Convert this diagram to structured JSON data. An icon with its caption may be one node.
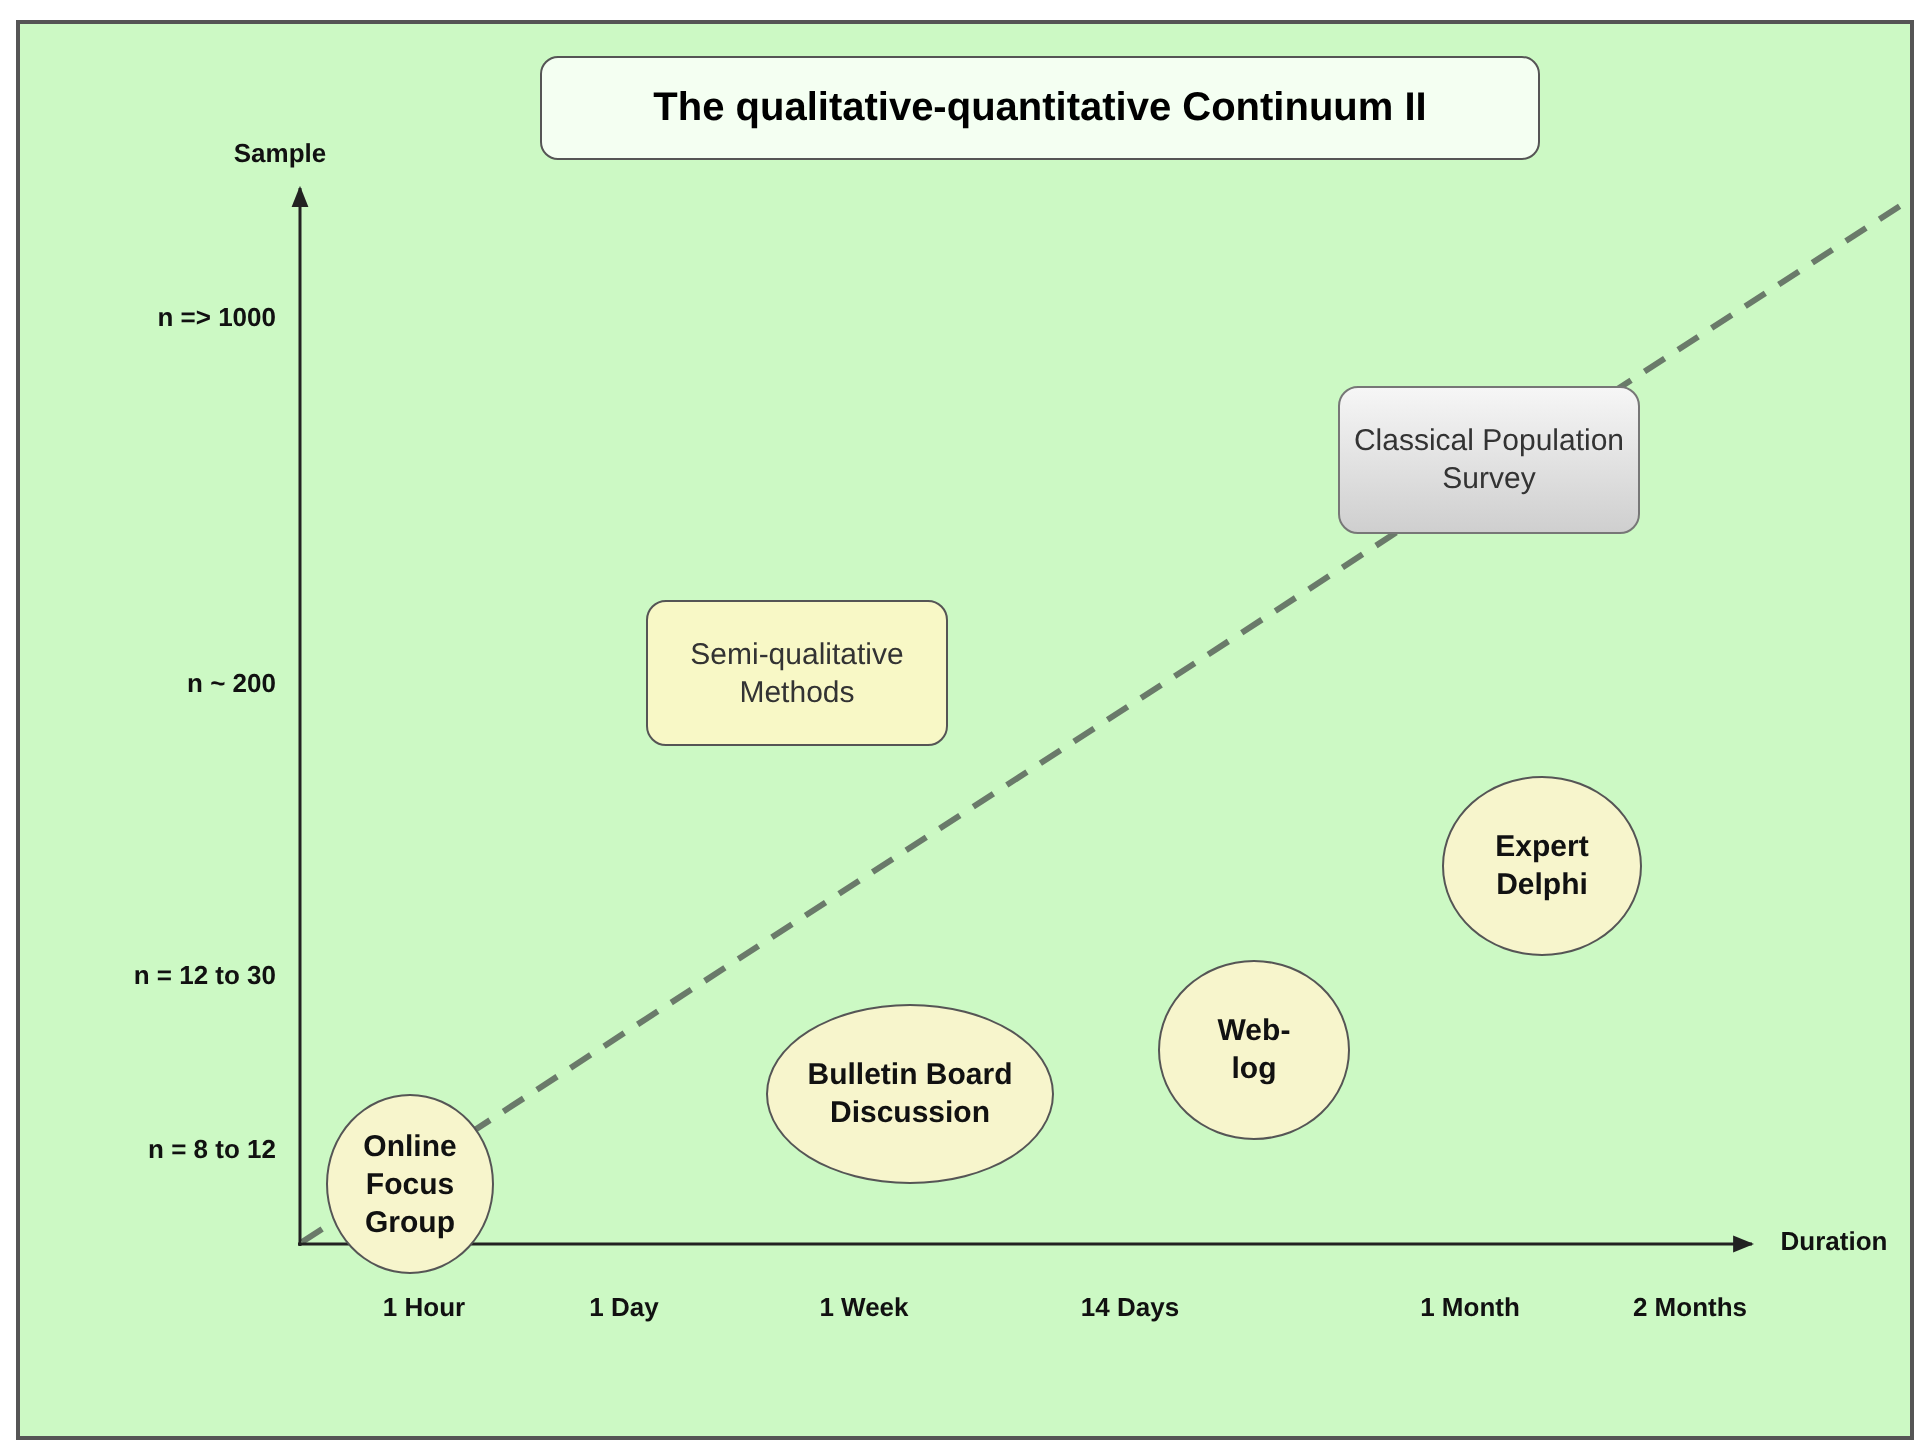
{
  "diagram": {
    "title": "The qualitative-quantitative Continuum II",
    "nodes": [
      {
        "text": [
          "Semi-qualitative Methods"
        ]
      },
      {
        "text": [
          "Classical Population Survey"
        ]
      },
      {
        "text": [
          "Online Focus Group"
        ]
      },
      {
        "text": [
          "Bulletin Board Discussion"
        ]
      },
      {
        "text": [
          "Web-log"
        ]
      },
      {
        "text": [
          "Expert Delphi"
        ]
      }
    ],
    "labels": [
      "Sample",
      "n => 1000",
      "n ~ 200",
      "n = 12 to 30",
      "n = 8 to 12",
      "Duration",
      "1 Hour",
      "1 Day",
      "1 Week",
      "14 Days",
      "1 Month",
      "2 Months"
    ]
  }
}
